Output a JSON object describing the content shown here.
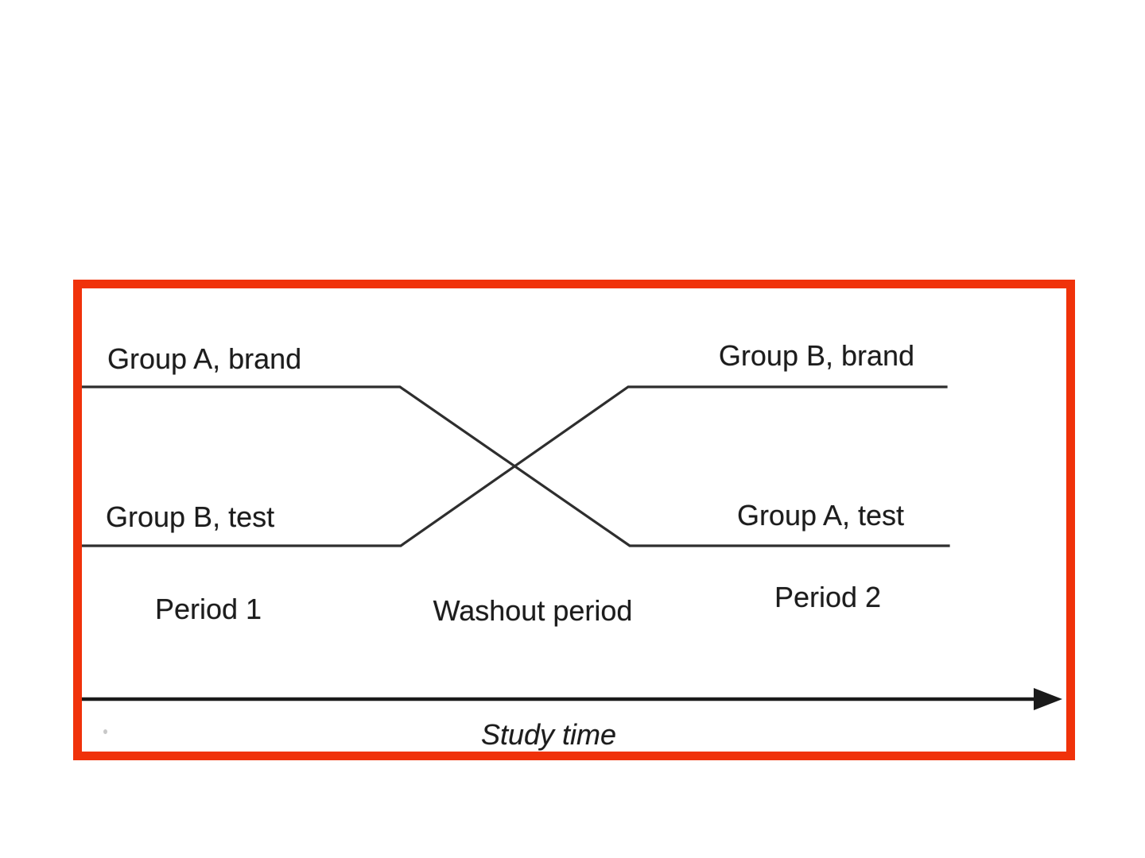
{
  "diagram": {
    "type": "crossover-study-design",
    "labels": {
      "group_a_brand": "Group A, brand",
      "group_b_brand": "Group B, brand",
      "group_b_test": "Group B, test",
      "group_a_test": "Group A, test",
      "period_1": "Period 1",
      "washout": "Washout period",
      "period_2": "Period 2",
      "time_axis": "Study time"
    },
    "colors": {
      "frame": "#f0320a",
      "line": "#2e2e2e",
      "arrow": "#1a1a1a",
      "text": "#1c1c1c",
      "background": "#ffffff"
    }
  }
}
